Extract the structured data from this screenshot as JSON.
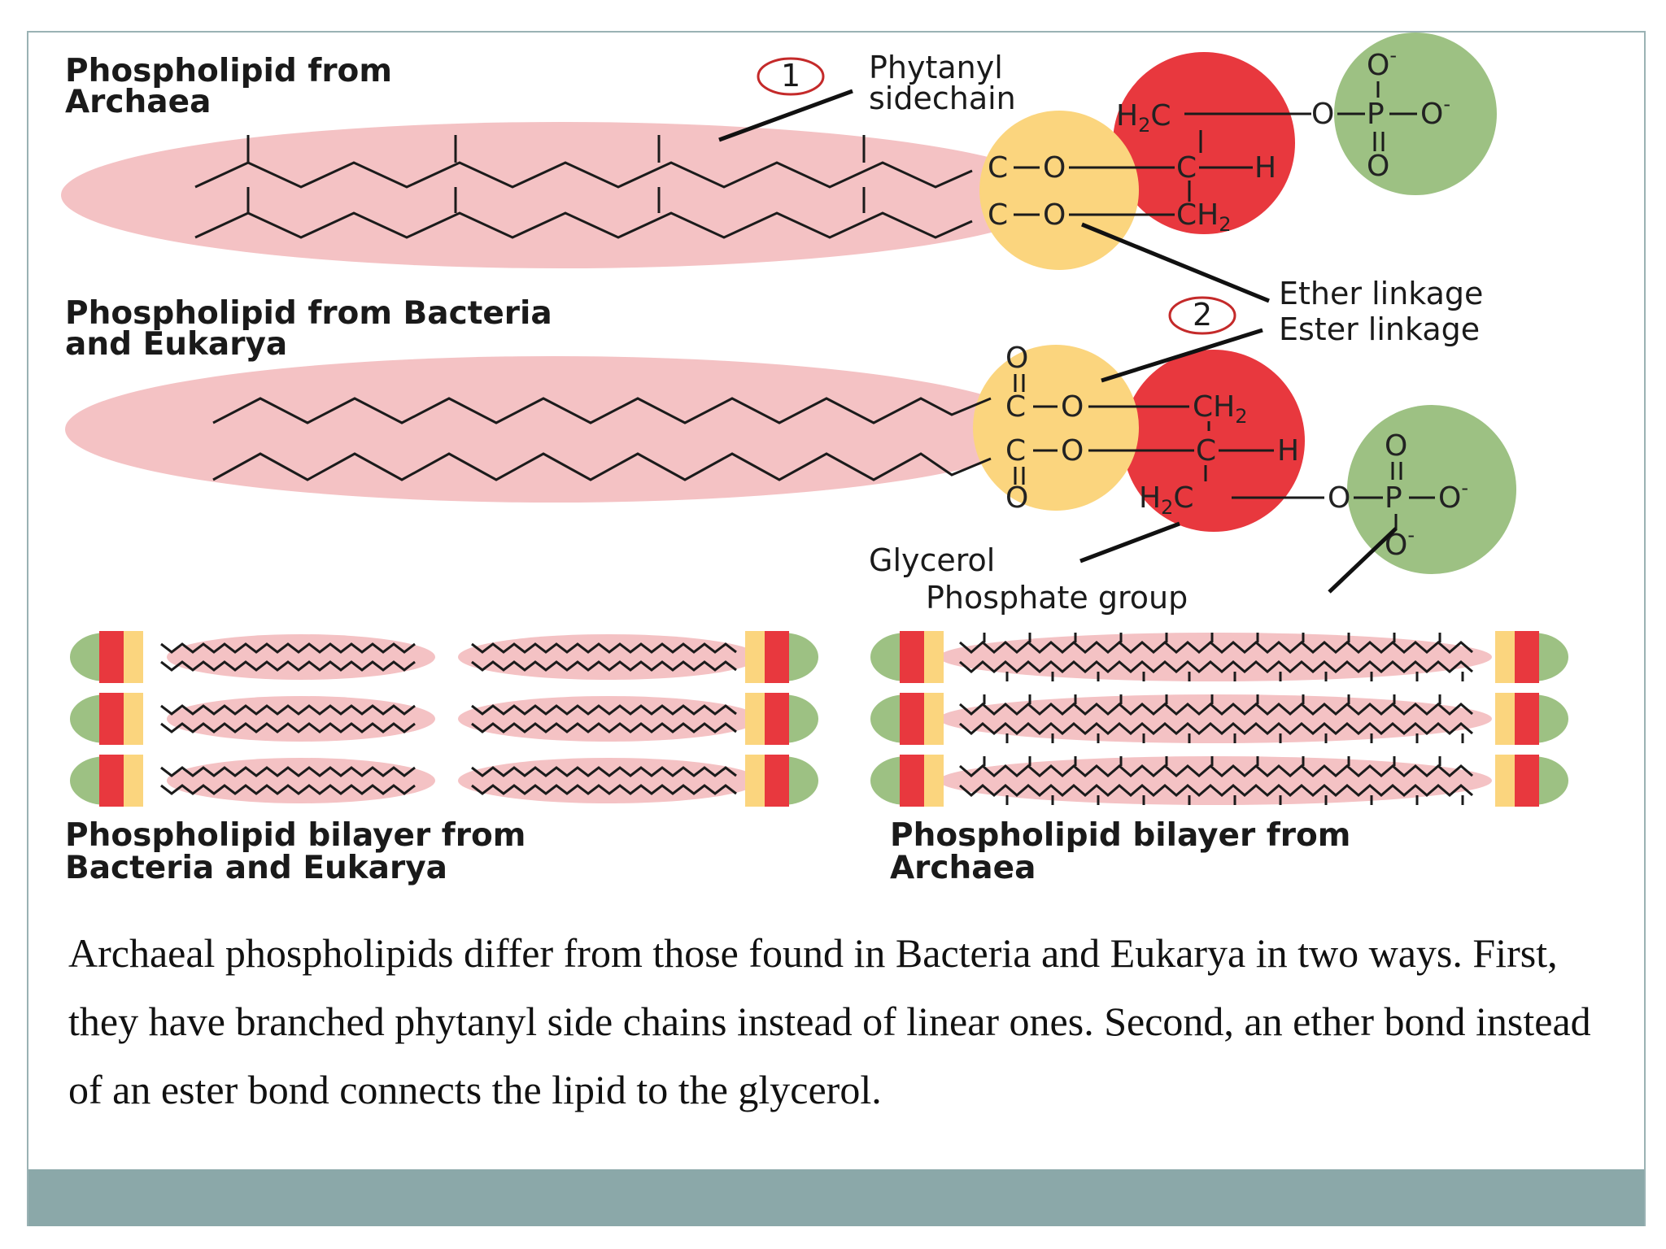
{
  "figure": {
    "title_archaea": [
      "Phospholipid from",
      "Archaea"
    ],
    "title_bacteria": [
      "Phospholipid from Bacteria",
      "and Eukarya"
    ],
    "marker_1": "1",
    "marker_2": "2",
    "phytanyl_label": [
      "Phytanyl",
      "sidechain"
    ],
    "ether_label": "Ether linkage",
    "ester_label": "Ester linkage",
    "glycerol_label": "Glycerol",
    "phosphate_label": "Phosphate group",
    "bilayer_bacteria_label": [
      "Phospholipid bilayer from",
      "Bacteria and Eukarya"
    ],
    "bilayer_archaea_label": [
      "Phospholipid bilayer from",
      "Archaea"
    ]
  },
  "caption": "Archaeal phospholipids differ from those found in Bacteria and Eukarya in two ways. First, they have branched phytanyl side chains instead of linear ones. Second, an ether bond instead of an ester bond connects the lipid to the glycerol.",
  "colors": {
    "tail": "#f4c2c4",
    "glycerol_linkage": "#fbd57e",
    "glycerol": "#e8383e",
    "phosphate": "#9dc183",
    "footer": "#8ba8a9"
  }
}
